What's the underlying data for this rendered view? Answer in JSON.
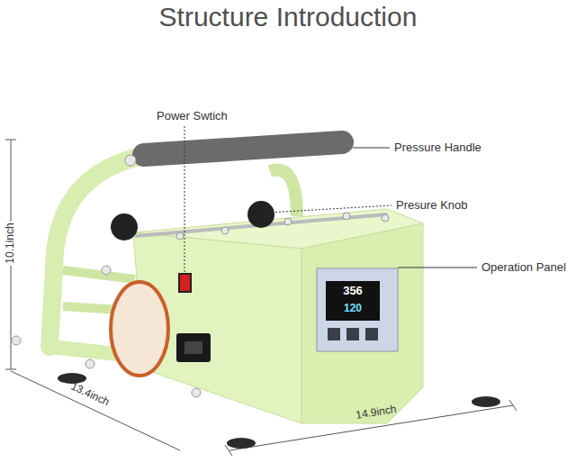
{
  "diagram": {
    "title": "Structure Introduction",
    "labels": [
      "Power Swtich",
      "Pressure Handle",
      "Presure Knob",
      "Operation Panel",
      "356",
      "120",
      "10.1inch",
      "13.4inch",
      "14.9inch"
    ]
  }
}
